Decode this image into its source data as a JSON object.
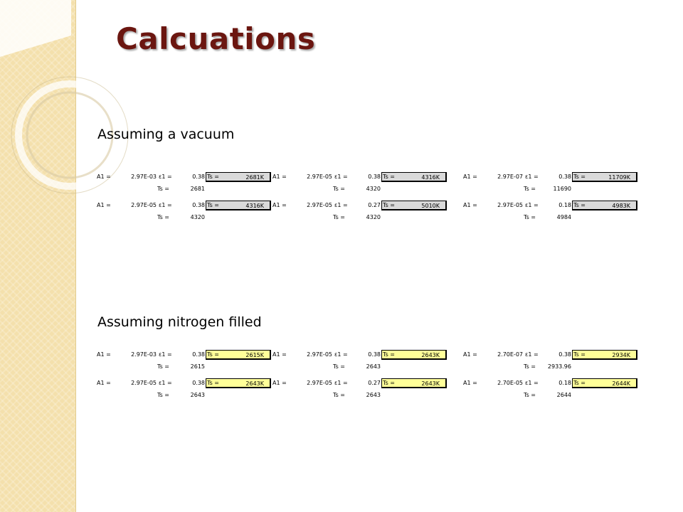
{
  "title": "Calcuations",
  "colors": {
    "title": "#6b1610",
    "band": "#f4e0ac",
    "highlight_grey": "#dadada",
    "highlight_yellow": "#ffff99"
  },
  "sections": [
    {
      "heading": "Assuming a vacuum",
      "groups": [
        [
          {
            "a_label": "A1 =",
            "a_value": "2.97E-03",
            "e_label": "ε1 =",
            "e_value": "0.38",
            "ts_label": "Ts =",
            "ts_value": "2681K",
            "sub_label": "Ts =",
            "sub_value": "2681"
          },
          {
            "a_label": "A1 =",
            "a_value": "2.97E-05",
            "e_label": "ε1 =",
            "e_value": "0.38",
            "ts_label": "Ts =",
            "ts_value": "4316K",
            "sub_label": "Ts =",
            "sub_value": "4320"
          },
          {
            "a_label": "A1 =",
            "a_value": "2.97E-07",
            "e_label": "ε1 =",
            "e_value": "0.38",
            "ts_label": "Ts =",
            "ts_value": "11709K",
            "sub_label": "Ts =",
            "sub_value": "11690"
          }
        ],
        [
          {
            "a_label": "A1 =",
            "a_value": "2.97E-05",
            "e_label": "ε1 =",
            "e_value": "0.38",
            "ts_label": "Ts =",
            "ts_value": "4316K",
            "sub_label": "Ts =",
            "sub_value": "4320"
          },
          {
            "a_label": "A1 =",
            "a_value": "2.97E-05",
            "e_label": "ε1 =",
            "e_value": "0.27",
            "ts_label": "Ts =",
            "ts_value": "5010K",
            "sub_label": "Ts =",
            "sub_value": "4320"
          },
          {
            "a_label": "A1 =",
            "a_value": "2.97E-05",
            "e_label": "ε1 =",
            "e_value": "0.18",
            "ts_label": "Ts =",
            "ts_value": "4983K",
            "sub_label": "Ts =",
            "sub_value": "4984"
          }
        ]
      ]
    },
    {
      "heading": "Assuming nitrogen filled",
      "groups": [
        [
          {
            "a_label": "A1 =",
            "a_value": "2.97E-03",
            "e_label": "ε1 =",
            "e_value": "0.38",
            "ts_label": "Ts =",
            "ts_value": "2615K",
            "sub_label": "Ts =",
            "sub_value": "2615"
          },
          {
            "a_label": "A1 =",
            "a_value": "2.97E-05",
            "e_label": "ε1 =",
            "e_value": "0.38",
            "ts_label": "Ts =",
            "ts_value": "2643K",
            "sub_label": "Ts =",
            "sub_value": "2643"
          },
          {
            "a_label": "A1 =",
            "a_value": "2.70E-07",
            "e_label": "ε1 =",
            "e_value": "0.38",
            "ts_label": "Ts =",
            "ts_value": "2934K",
            "sub_label": "Ts =",
            "sub_value": "2933.96"
          }
        ],
        [
          {
            "a_label": "A1 =",
            "a_value": "2.97E-05",
            "e_label": "ε1 =",
            "e_value": "0.38",
            "ts_label": "Ts =",
            "ts_value": "2643K",
            "sub_label": "Ts =",
            "sub_value": "2643"
          },
          {
            "a_label": "A1 =",
            "a_value": "2.97E-05",
            "e_label": "ε1 =",
            "e_value": "0.27",
            "ts_label": "Ts =",
            "ts_value": "2643K",
            "sub_label": "Ts =",
            "sub_value": "2643"
          },
          {
            "a_label": "A1 =",
            "a_value": "2.70E-05",
            "e_label": "ε1 =",
            "e_value": "0.18",
            "ts_label": "Ts =",
            "ts_value": "2644K",
            "sub_label": "Ts =",
            "sub_value": "2644"
          }
        ]
      ]
    }
  ]
}
